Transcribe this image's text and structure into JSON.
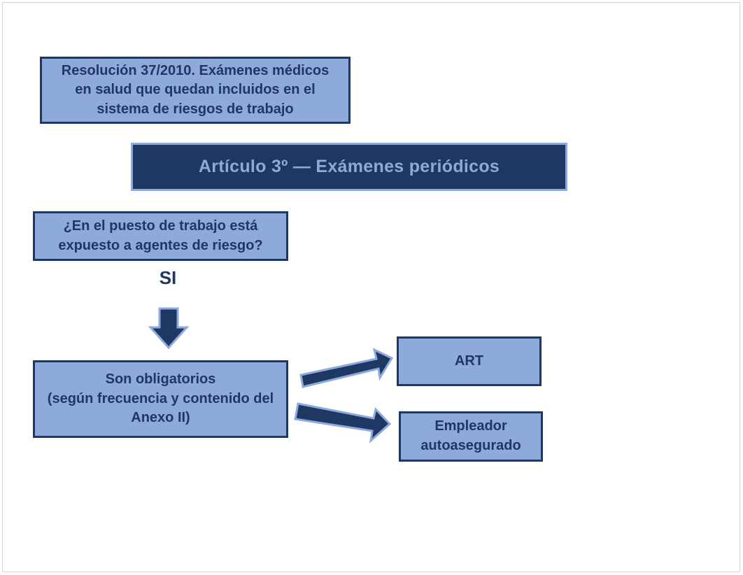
{
  "slide": {
    "title_box": {
      "lines": [
        "Resolución 37/2010. Exámenes médicos",
        "en salud que quedan incluidos en el",
        "sistema de riesgos de trabajo"
      ]
    },
    "article_box": {
      "text": "Artículo 3º — Exámenes periódicos"
    },
    "question_box": {
      "lines": [
        "¿En el puesto de trabajo está",
        "expuesto a agentes de riesgo?"
      ]
    },
    "answer_label": "SI",
    "mandatory_box": {
      "lines": [
        "Son obligatorios",
        "(según frecuencia y contenido del",
        "Anexo II)"
      ]
    },
    "art_box": {
      "text": "ART"
    },
    "employer_box": {
      "lines": [
        "Empleador",
        "autoasegurado"
      ]
    },
    "colors": {
      "dark_blue": "#1f3763",
      "light_blue": "#8eaadb",
      "frame_gray": "#d4d4d4"
    }
  }
}
